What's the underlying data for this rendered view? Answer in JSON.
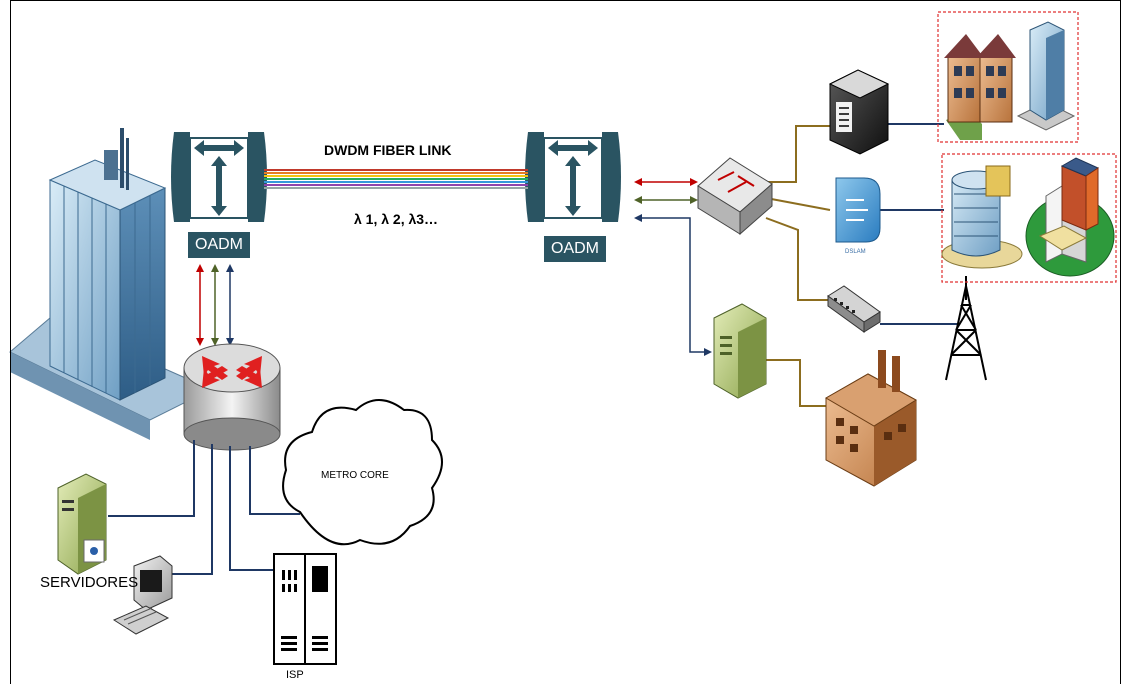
{
  "diagram": {
    "link_title": "DWDM FIBER LINK",
    "wavelengths": "λ 1, λ 2, λ3…",
    "oadm_left": "OADM",
    "oadm_right": "OADM",
    "metro_core": "METRO CORE",
    "dslam": "DSLAM",
    "servers": "SERVIDORES",
    "isp": "ISP"
  },
  "colors": {
    "oadm": "#2a5462",
    "fiber": [
      "#c0392b",
      "#e67e22",
      "#f1c40f",
      "#27ae60",
      "#3498db",
      "#8e44ad",
      "#95a5a6"
    ],
    "arrow_red": "#c00000",
    "arrow_green": "#4f6228",
    "arrow_blue": "#1f3864",
    "access_link": "#8c6d1f",
    "lan_link": "#1f3864",
    "highlight_box": "#e03030"
  },
  "icons": [
    "office-tower-icon",
    "oadm-icon",
    "router-icon",
    "cloud-icon",
    "server-icon",
    "workstation-icon",
    "isp-rack-icon",
    "switch-icon",
    "rack-server-icon",
    "dslam-icon",
    "hub-icon",
    "tower-server-icon",
    "houses-icon",
    "building-icon",
    "campus-icon",
    "factory-icon",
    "radio-tower-icon"
  ]
}
